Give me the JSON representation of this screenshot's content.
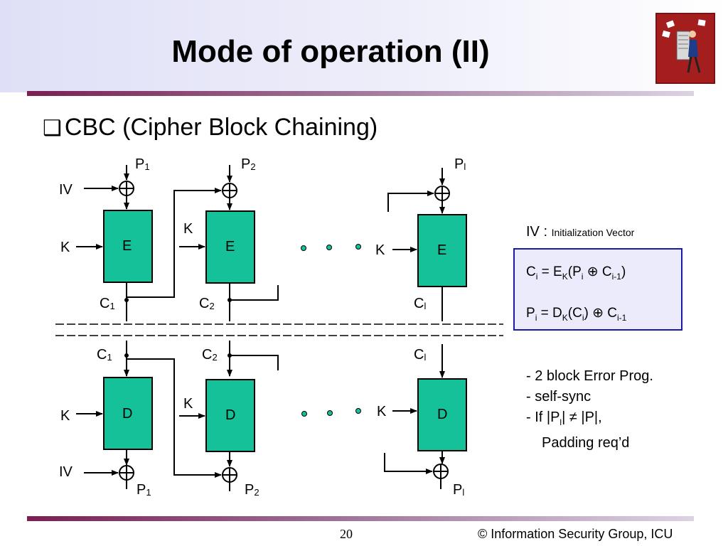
{
  "slide": {
    "title": "Mode of operation (II)",
    "bullet_marker": "❑",
    "bullet_text": "CBC (Cipher Block Chaining)",
    "page_number": "20",
    "footer": "© Information Security Group, ICU"
  },
  "colors": {
    "block_fill": "#14c199",
    "eq_box_fill": "#ebebfb",
    "eq_box_border": "#1a1aa6",
    "rule": "#7a1f52"
  },
  "diagram": {
    "encrypt_label": "E",
    "decrypt_label": "D",
    "key_label": "K",
    "iv_label": "IV",
    "plain": [
      {
        "base": "P",
        "sub": "1"
      },
      {
        "base": "P",
        "sub": "2"
      },
      {
        "base": "P",
        "sub": "l"
      }
    ],
    "cipher": [
      {
        "base": "C",
        "sub": "1"
      },
      {
        "base": "C",
        "sub": "2"
      },
      {
        "base": "C",
        "sub": "l"
      }
    ],
    "xor_symbol": "⊕"
  },
  "iv_note": {
    "main": "IV : ",
    "small": "Initialization Vector"
  },
  "equations": {
    "enc": {
      "c": "C",
      "ci": "i",
      "eq": " = E",
      "k": "K",
      "p1": "(P",
      "pi": "i",
      "xor": " ⊕ C",
      "prev": "i-1",
      "close": ")"
    },
    "dec": {
      "p": "P",
      "pi": "i",
      "eq": " = D",
      "k": "K",
      "c1": "(C",
      "ci": "i",
      "xor": ") ⊕ C",
      "prev": "i-1"
    }
  },
  "notes": [
    "- 2 block Error Prog.",
    "- self-sync",
    "- If |P",
    "| ≠ |P|,",
    "Padding req’d",
    "l"
  ]
}
